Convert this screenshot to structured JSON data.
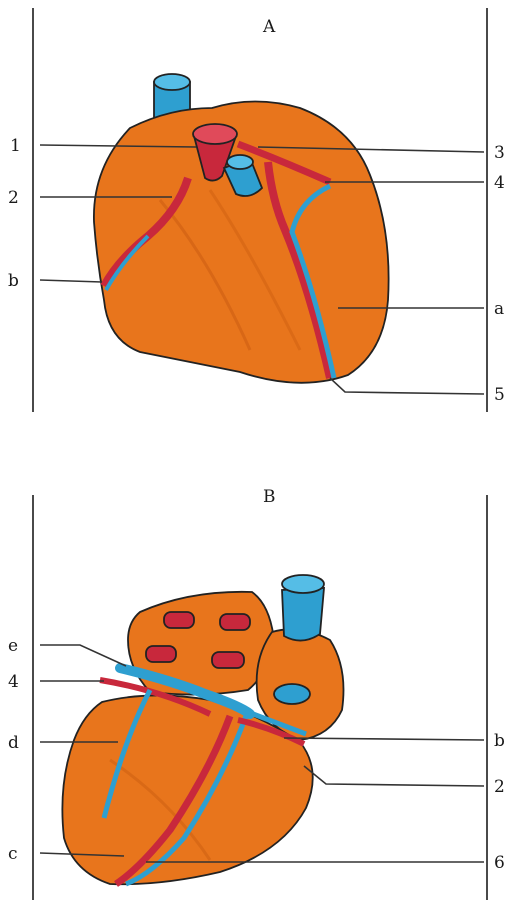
{
  "panels": [
    {
      "title": "A",
      "left_labels": [
        "1",
        "2",
        "b"
      ],
      "right_labels": [
        "3",
        "4",
        "a",
        "5"
      ]
    },
    {
      "title": "B",
      "left_labels": [
        "e",
        "4",
        "d",
        "c"
      ],
      "right_labels": [
        "b",
        "2",
        "6"
      ]
    }
  ],
  "colors": {
    "heart": "#e8751c",
    "heart_dark": "#c85a10",
    "artery": "#c8283c",
    "vein": "#2e9fd0",
    "outline": "#222222"
  }
}
